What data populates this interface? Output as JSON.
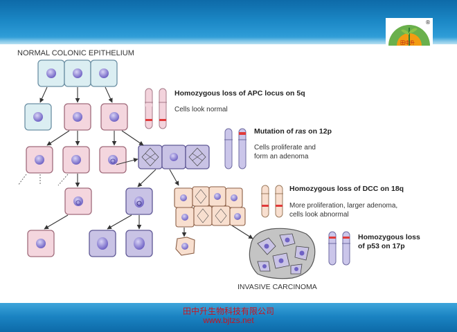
{
  "slide": {
    "colors": {
      "top_band": "#1a86c4",
      "footer_text": "#c8141e",
      "blue_cell": "#dbeef2",
      "pink_cell": "#f4d6de",
      "purple_cell": "#c9c3e5",
      "peach_cell": "#f8dfcf",
      "red_band": "#e03a3a",
      "nucleus": "#8b7fd3"
    }
  },
  "logo": {
    "registered_mark": "®",
    "caption": "田中升"
  },
  "diagram": {
    "title": "NORMAL COLONIC EPITHELIUM",
    "invasive_label": "INVASIVE CARCINOMA",
    "steps": [
      {
        "heading": "Homozygous loss of APC locus on 5q",
        "desc": [
          "Cells look normal"
        ]
      },
      {
        "heading_pre": "Mutation of ",
        "heading_em": "ras",
        "heading_post": " on 12p",
        "desc": [
          "Cells proliferate and",
          "form an adenoma"
        ]
      },
      {
        "heading": "Homozygous loss of DCC on 18q",
        "desc": [
          "More proliferation, larger adenoma,",
          "cells look abnormal"
        ]
      },
      {
        "heading_lines": [
          "Homozygous loss",
          "of p53 on 17p"
        ],
        "desc": []
      }
    ]
  },
  "footer": {
    "company": "田中升生物科技有限公司",
    "url": "www.bjtzs.net"
  }
}
